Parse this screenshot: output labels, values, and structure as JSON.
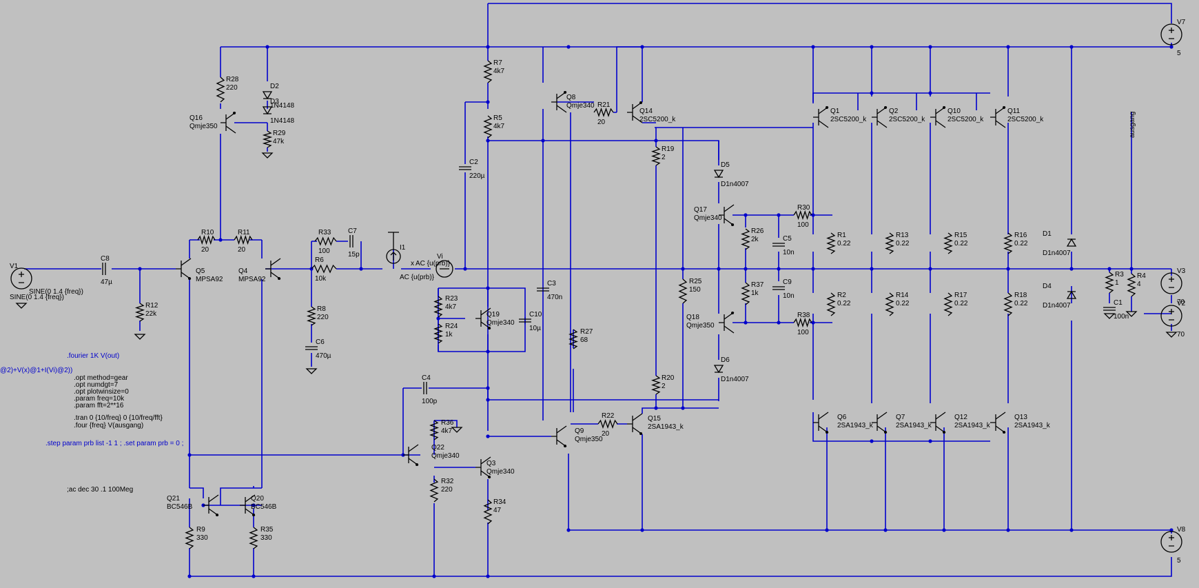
{
  "labels": {
    "V1": "V1",
    "V1v": "SINE(0 1.4 {freq})",
    "C8": "C8",
    "C8v": "47µ",
    "R12": "R12",
    "R12v": "22k",
    "R10": "R10",
    "R10v": "20",
    "R11": "R11",
    "R11v": "20",
    "Q5": "Q5",
    "Q5m": "MPSA92",
    "Q4": "Q4",
    "Q4m": "MPSA92",
    "R28": "R28",
    "R28v": "220",
    "D2": "D2",
    "D2m": "1N4148",
    "D3m": "1N4148",
    "D3": "D3",
    "Q16": "Q16",
    "Q16m": "Qmje350",
    "R29": "R29",
    "R29v": "47k",
    "R33": "R33",
    "R33v": "100",
    "C7": "C7",
    "C7v": "15p",
    "R6": "R6",
    "R6v": "10k",
    "R8": "R8",
    "R8v": "220",
    "C6": "C6",
    "C6v": "470µ",
    "I1": "I1",
    "Vi": "Vi",
    "Via": "AC {u(prb)}",
    "Vib": "AC {u(prb)}",
    "x": "x",
    "R7": "R7",
    "R7v": "4k7",
    "R5": "R5",
    "R5v": "4k7",
    "C2": "C2",
    "C2v": "220µ",
    "R23": "R23",
    "R23v": "4k7",
    "R24": "R24",
    "R24v": "1k",
    "Q19": "Q19",
    "Q19m": "Qmje340",
    "C10": "C10",
    "C10v": "10µ",
    "C3": "C3",
    "C3v": "470n",
    "C4": "C4",
    "C4v": "100p",
    "R36": "R36",
    "R36v": "4k7",
    "Q22": "Q22",
    "Q22m": "Qmje340",
    "R32": "R32",
    "R32v": "220",
    "Q3": "Q3",
    "Q3m": "Qmje340",
    "R34": "R34",
    "R34v": "47",
    "Q21": "Q21",
    "Q21m": "BC546B",
    "Q20": "Q20",
    "Q20m": "BC546B",
    "R9": "R9",
    "R9v": "330",
    "R35": "R35",
    "R35v": "330",
    "Q8": "Q8",
    "Q8m": "Qmje340",
    "R21": "R21",
    "R21v": "20",
    "Q14": "Q14",
    "Q14m": "2SC5200_k",
    "R27": "R27",
    "R27v": "68",
    "Q9": "Q9",
    "Q9m": "Qmje350",
    "R22": "R22",
    "R22v": "20",
    "Q15": "Q15",
    "Q15m": "2SA1943_k",
    "R19": "R19",
    "R19v": "2",
    "R20": "R20",
    "R20v": "2",
    "R25": "R25",
    "R25v": "150",
    "D5": "D5",
    "D5m": "D1n4007",
    "D6": "D6",
    "D6m": "D1n4007",
    "Q17": "Q17",
    "Q17m": "Qmje340",
    "Q18": "Q18",
    "Q18m": "Qmje350",
    "R26": "R26",
    "R26v": "2k",
    "R37": "R37",
    "R37v": "1k",
    "C5": "C5",
    "C5v": "10n",
    "C9": "C9",
    "C9v": "10n",
    "R30": "R30",
    "R30v": "100",
    "R38": "R38",
    "R38v": "100",
    "Q1": "Q1",
    "Q1m": "2SC5200_k",
    "Q2": "Q2",
    "Q2m": "2SC5200_k",
    "Q10": "Q10",
    "Q10m": "2SC5200_k",
    "Q11": "Q11",
    "Q11m": "2SC5200_k",
    "R1": "R1",
    "R1v": "0.22",
    "R13": "R13",
    "R13v": "0.22",
    "R15": "R15",
    "R15v": "0.22",
    "R16": "R16",
    "R16v": "0.22",
    "R2": "R2",
    "R2v": "0.22",
    "R14": "R14",
    "R14v": "0.22",
    "R17": "R17",
    "R17v": "0.22",
    "R18": "R18",
    "R18v": "0.22",
    "Q6": "Q6",
    "Q6m": "2SA1943_k",
    "Q7": "Q7",
    "Q7m": "2SA1943_k",
    "Q12": "Q12",
    "Q12m": "2SA1943_k",
    "Q13": "Q13",
    "Q13m": "2SA1943_k",
    "D1": "D1",
    "D1m": "D1n4007",
    "D4": "D4",
    "D4m": "D1n4007",
    "R3": "R3",
    "R3v": "1",
    "C1": "C1",
    "C1v": "100n",
    "R4": "R4",
    "R4v": "4",
    "ausgang": "ausgang",
    "V7": "V7",
    "V7v": "5",
    "V3": "V3",
    "V3v": "70",
    "V2": "V2",
    "V2v": "70",
    "V8": "V8",
    "V8v": "5"
  },
  "directives": {
    "fourier": ".fourier 1K V(out)",
    "probe": "@2)+V(x)@1+I(Vi)@2))",
    "opt1": ".opt method=gear",
    "opt2": ".opt numdgt=7",
    "opt3": ".opt plotwinsize=0",
    "param1": ".param freq=10k",
    "param2": ".param fft=2**16",
    "tran": ".tran 0 {10/freq} 0 {10/freq/fft}",
    "four": ".four {freq} V(ausgang)",
    "step": ".step param prb list -1 1 ; .set param prb = 0  ;",
    "ac": ";ac dec 30 .1 100Meg"
  }
}
